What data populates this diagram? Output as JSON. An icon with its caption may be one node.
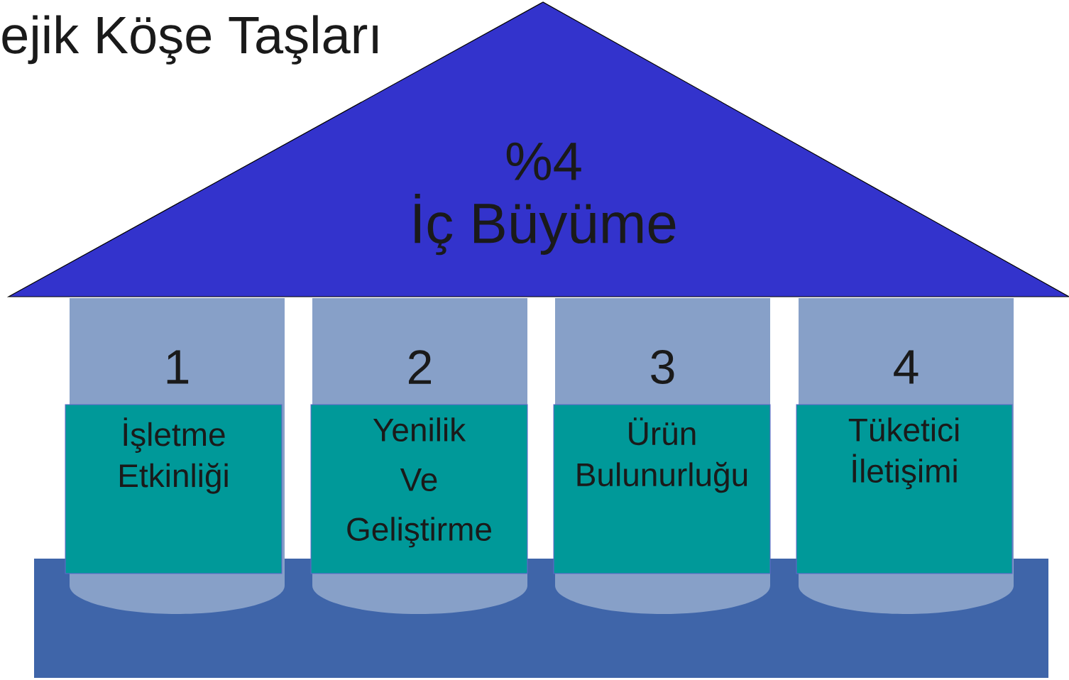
{
  "diagram": {
    "title": "ejik Köşe Taşları",
    "nodes": [
      {
        "text": [
          "%4",
          "İç Büyüme"
        ]
      },
      {
        "text": [
          "1"
        ]
      },
      {
        "text": [
          "İşletme Etkinliği"
        ],
        "in": 1
      },
      {
        "text": [
          "2"
        ]
      },
      {
        "text": [
          "Yenilik Ve Geliştirme"
        ],
        "in": 3
      },
      {
        "text": [
          "3"
        ]
      },
      {
        "text": [
          "Ürün Bulunurluğu"
        ],
        "in": 5
      },
      {
        "text": [
          "4"
        ]
      },
      {
        "text": [
          "Tüketici İletişimi"
        ],
        "in": 7
      },
      {
        "text": [],
        "shape": "box"
      }
    ]
  }
}
